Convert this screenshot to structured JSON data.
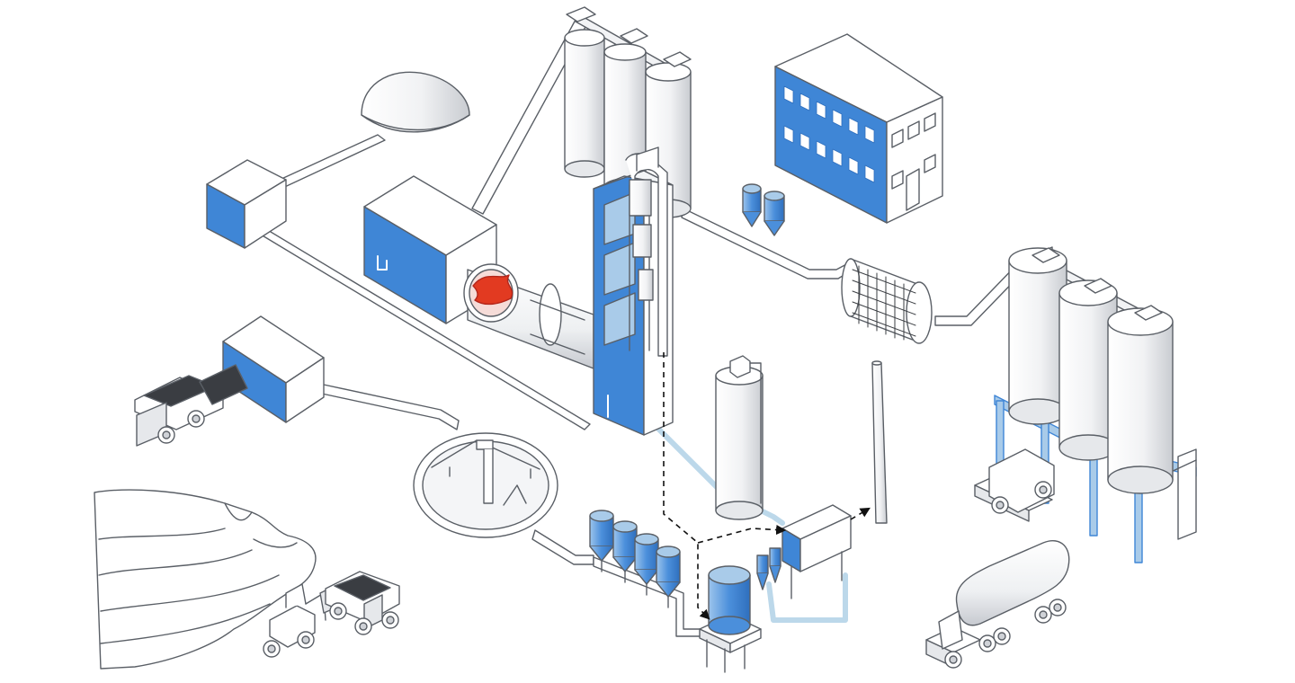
{
  "diagram": {
    "style": "isometric line illustration",
    "colors": {
      "outline": "#5a5f66",
      "fill_white": "#ffffff",
      "fill_shade": "#e6e8eb",
      "accent_blue": "#3f86d6",
      "light_blue": "#a9cbe9",
      "pale_blue_pipe": "#bcd8ea",
      "flame_red": "#e23a21"
    },
    "components": [
      "quarry-terraces",
      "wheel-loader",
      "haul-truck",
      "dump-truck-unloading",
      "crusher-house",
      "raw-mix-storage-circular",
      "raw-material-silos",
      "raw-mill",
      "dust-collector",
      "cyclones",
      "exhaust-stack",
      "blending-silo",
      "preheater-tower",
      "rotary-kiln",
      "kiln-flame",
      "kiln-hood-building",
      "coal-house",
      "coal-dome-storage",
      "clinker-silos",
      "gypsum-silos",
      "cement-ball-mill",
      "cement-storage-silos",
      "bulk-loading-truck",
      "tanker-truck",
      "office-building"
    ]
  }
}
